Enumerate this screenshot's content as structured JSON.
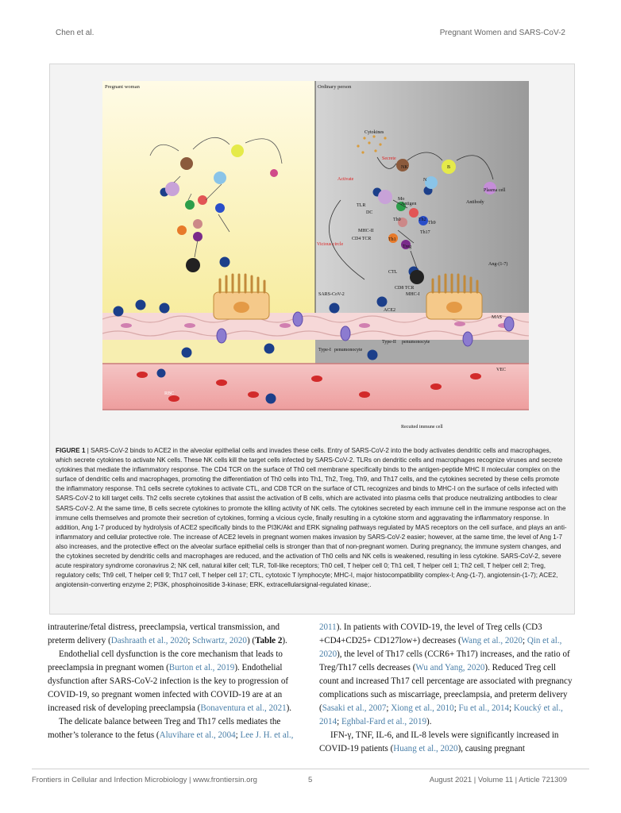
{
  "header": {
    "left": "Chen et al.",
    "right": "Pregnant Women and SARS-CoV-2"
  },
  "figure": {
    "panel_left_title": "Pregnant woman",
    "panel_right_title": "Ordinary person",
    "labels": {
      "cytokines": "Cytokines",
      "secrete": "Secrete",
      "activate": "Activate",
      "nk": "NK",
      "b": "B",
      "n": "N",
      "plasma_cell": "Plasma cell",
      "antibody": "Antibody",
      "tlr": "TLR",
      "antigen": "Antigen",
      "dc": "DC",
      "mo": "Mo",
      "th0": "Th0",
      "th1": "Th1",
      "th2": "Th2",
      "th9": "Th9",
      "th17": "Th17",
      "treg": "Treg",
      "mhc2": "MHC-II",
      "cd4tcr": "CD4 TCR",
      "vicious": "Vicious circle",
      "ctl": "CTL",
      "cd8tcr": "CD8 TCR",
      "mhc1": "MHC-I",
      "ang": "Ang-(1-7)",
      "sars": "SARS-CoV-2",
      "ace2": "ACE2",
      "mas": "MAS",
      "type2": "Type-II",
      "penumonocyte2": "penumonocyte",
      "type1": "Type-I",
      "penumonocyte1": "penumonocyte",
      "vec": "VEC",
      "rbc": "RBC",
      "recruited": "Recuited immune cell"
    }
  },
  "caption": {
    "label": "FIGURE 1",
    "text": " | SARS-CoV-2 binds to ACE2 in the alveolar epithelial cells and invades these cells. Entry of SARS-CoV-2 into the body activates dendritic cells and macrophages, which secrete cytokines to activate NK cells. These NK cells kill the target cells infected by SARS-CoV-2. TLRs on dendritic cells and macrophages recognize viruses and secrete cytokines that mediate the inflammatory response. The CD4 TCR on the surface of Th0 cell membrane specifically binds to the antigen-peptide MHC II molecular complex on the surface of dendritic cells and macrophages, promoting the differentiation of Th0 cells into Th1, Th2, Treg, Th9, and Th17 cells, and the cytokines secreted by these cells promote the inflammatory response. Th1 cells secrete cytokines to activate CTL, and CD8 TCR on the surface of CTL recognizes and binds to MHC-I on the surface of cells infected with SARS-CoV-2 to kill target cells. Th2 cells secrete cytokines that assist the activation of B cells, which are activated into plasma cells that produce neutralizing antibodies to clear SARS-CoV-2. At the same time, B cells secrete cytokines to promote the killing activity of NK cells. The cytokines secreted by each immune cell in the immune response act on the immune cells themselves and promote their secretion of cytokines, forming a vicious cycle, finally resulting in a cytokine storm and aggravating the inflammatory response. In addition, Ang 1-7 produced by hydrolysis of ACE2 specifically binds to the PI3K/Akt and ERK signaling pathways regulated by MAS receptors on the cell surface, and plays an anti-inflammatory and cellular protective role. The increase of ACE2 levels in pregnant women makes invasion by SARS-CoV-2 easier; however, at the same time, the level of Ang 1-7 also increases, and the protective effect on the alveolar surface epithelial cells is stronger than that of non-pregnant women. During pregnancy, the immune system changes, and the cytokines secreted by dendritic cells and macrophages are reduced, and the activation of Th0 cells and NK cells is weakened, resulting in less cytokine. SARS-CoV-2, severe acute respiratory syndrome coronavirus 2; NK cell, natural killer cell; TLR, Toll-like receptors; Th0 cell, T helper cell 0; Th1 cell, T helper cell 1; Th2 cell, T helper cell 2; Treg, regulatory cells; Th9 cell, T helper cell 9; Th17 cell, T helper cell 17; CTL, cytotoxic T lymphocyte; MHC-I, major histocompatibility complex-I; Ang-(1-7), angiotensin-(1-7); ACE2, angiotensin-converting enzyme 2; PI3K, phosphoinositide 3-kinase; ERK, extracellularsignal-regulated kinase;."
  },
  "body_left": {
    "p1_a": "intrauterine/fetal distress, preeclampsia, vertical transmission, and preterm delivery (",
    "p1_ref1": "Dashraath et al., 2020",
    "p1_sep": "; ",
    "p1_ref2": "Schwartz, 2020",
    "p1_b": ") (",
    "p1_table": "Table 2",
    "p1_c": ").",
    "p2_a": "Endothelial cell dysfunction is the core mechanism that leads to preeclampsia in pregnant women (",
    "p2_ref1": "Burton et al., 2019",
    "p2_b": "). Endothelial dysfunction after SARS-CoV-2 infection is the key to progression of COVID-19, so pregnant women infected with COVID-19 are at an increased risk of developing preeclampsia (",
    "p2_ref2": "Bonaventura et al., 2021",
    "p2_c": ").",
    "p3_a": "The delicate balance between Treg and Th17 cells mediates the mother’s tolerance to the fetus (",
    "p3_ref1": "Aluvihare et al., 2004",
    "p3_sep": "; ",
    "p3_ref2": "Lee J. H. et al.,"
  },
  "body_right": {
    "p1_ref0": "2011",
    "p1_a": "). In patients with COVID-19, the level of Treg cells (CD3 +CD4+CD25+ CD127low+) decreases (",
    "p1_ref1": "Wang et al., 2020",
    "p1_sep1": "; ",
    "p1_ref2": "Qin et al., 2020",
    "p1_b": "), the level of Th17 cells (CCR6+ Th17) increases, and the ratio of Treg/Th17 cells decreases (",
    "p1_ref3": "Wu and Yang, 2020",
    "p1_c": "). Reduced Treg cell count and increased Th17 cell percentage are associated with pregnancy complications such as miscarriage, preeclampsia, and preterm delivery (",
    "p1_ref4": "Sasaki et al., 2007",
    "p1_sep2": "; ",
    "p1_ref5": "Xiong et al., 2010",
    "p1_sep3": "; ",
    "p1_ref6": "Fu et al., 2014",
    "p1_sep4": "; ",
    "p1_ref7": "Koucký et al., 2014",
    "p1_sep5": "; ",
    "p1_ref8": "Eghbal-Fard et al., 2019",
    "p1_d": ").",
    "p2_a": "IFN-γ, TNF, IL-6, and IL-8 levels were significantly increased in COVID-19 patients (",
    "p2_ref1": "Huang et al., 2020",
    "p2_b": "), causing pregnant"
  },
  "footer": {
    "left": "Frontiers in Cellular and Infection Microbiology | www.frontiersin.org",
    "page": "5",
    "right": "August 2021 | Volume 11 | Article 721309"
  },
  "colors": {
    "panel_left_bg": "#fbf2b8",
    "panel_right_bg": "#b9b9b9",
    "vessel": "#f3b8b8",
    "link": "#4a7fa8",
    "virus": "#1c3f8a"
  }
}
